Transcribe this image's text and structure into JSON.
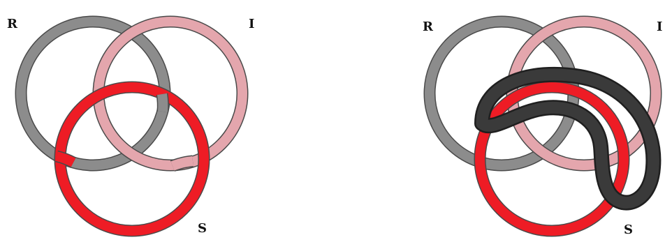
{
  "colors": {
    "background": "#ffffff",
    "ring_outline": "#4a4a4a",
    "ring_R": "#8c8c8c",
    "ring_I": "#e4a6ad",
    "ring_S": "#ee1c25",
    "ring_knot": "#333333"
  },
  "left_figure": {
    "label_R": "R",
    "label_I": "I",
    "label_S": "S"
  },
  "right_figure": {
    "label_R": "R",
    "label_I": "I",
    "label_S": "S"
  }
}
